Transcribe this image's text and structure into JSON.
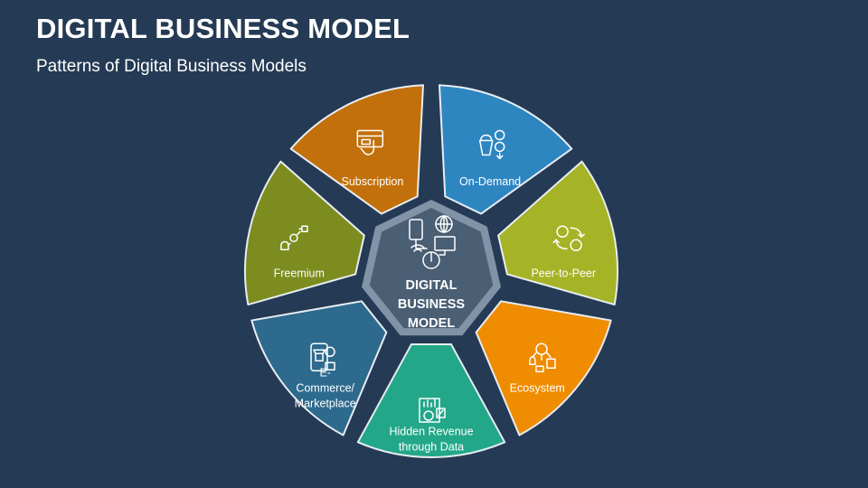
{
  "header": {
    "title": "DIGITAL BUSINESS MODEL",
    "subtitle": "Patterns of Digital Business Models"
  },
  "center": {
    "lines": [
      "DIGITAL",
      "BUSINESS",
      "MODEL"
    ],
    "icon": "digital-devices-icon",
    "fill": "#4a5e74",
    "ring": "#8193a6"
  },
  "segments": [
    {
      "id": "subscription",
      "label": [
        "Subscription"
      ],
      "color": "#c2700b",
      "icon": "subscription-card-icon"
    },
    {
      "id": "on-demand",
      "label": [
        "On-Demand"
      ],
      "color": "#2e86c1",
      "icon": "on-demand-people-icon"
    },
    {
      "id": "peer-to-peer",
      "label": [
        "Peer-to-Peer"
      ],
      "color": "#a5b326",
      "icon": "peer-exchange-icon"
    },
    {
      "id": "ecosystem",
      "label": [
        "Ecosystem"
      ],
      "color": "#f08c00",
      "icon": "ecosystem-network-icon"
    },
    {
      "id": "hidden-revenue",
      "label": [
        "Hidden Revenue",
        "through Data"
      ],
      "color": "#22a788",
      "icon": "data-report-icon"
    },
    {
      "id": "e-commerce",
      "label": [
        "E-",
        "Commerce/",
        "Marketplace"
      ],
      "color": "#2d6a8e",
      "icon": "storefront-phone-icon"
    },
    {
      "id": "freemium",
      "label": [
        "Freemium"
      ],
      "color": "#7c8c1f",
      "icon": "freemium-dollar-icon"
    }
  ]
}
